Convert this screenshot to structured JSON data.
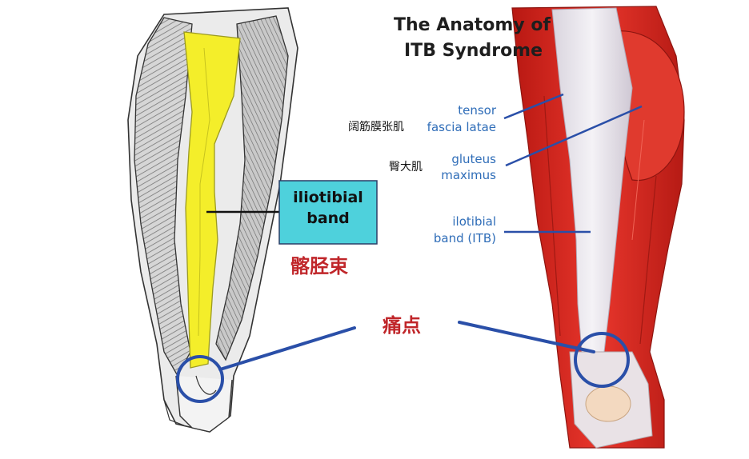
{
  "title_line1": "The Anatomy of",
  "title_line2": "ITB Syndrome",
  "left_box": {
    "line1": "iliotibial",
    "line2": "band"
  },
  "left_cn_label": "髂胫束",
  "pain_point_label": "痛点",
  "right_labels": {
    "tensor": {
      "en_line1": "tensor",
      "en_line2": "fascia latae",
      "cn": "阔筋膜张肌"
    },
    "gluteus": {
      "en_line1": "gluteus",
      "en_line2": "maximus",
      "cn": "臀大肌"
    },
    "itb": {
      "en_line1": "ilotibial",
      "en_line2": "band (ITB)"
    }
  },
  "colors": {
    "itb_yellow": "#f4ee2a",
    "box_cyan": "#4ed1dc",
    "muscle_red": "#d8261f",
    "pointer_blue": "#2a4fa8",
    "label_blue": "#2f6db8",
    "cn_red": "#c0262a"
  }
}
